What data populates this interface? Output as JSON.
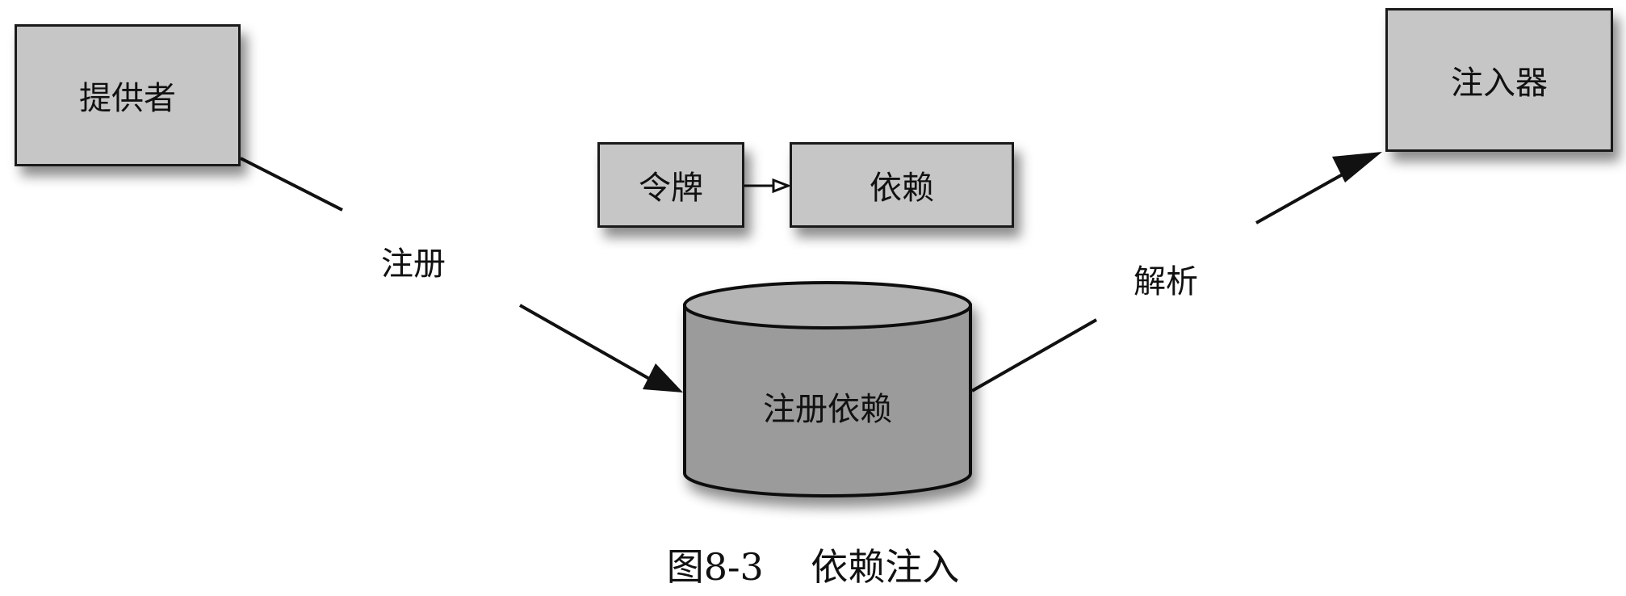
{
  "nodes": {
    "provider": "提供者",
    "injector": "注入器",
    "token": "令牌",
    "dependency": "依赖",
    "registry": "注册依赖"
  },
  "edges": {
    "register": "注册",
    "resolve": "解析"
  },
  "caption": {
    "number": "图8-3",
    "title": "依赖注入"
  },
  "colors": {
    "box_fill": "#c6c6c6",
    "cylinder_fill": "#9b9b9b",
    "line": "#111111"
  }
}
